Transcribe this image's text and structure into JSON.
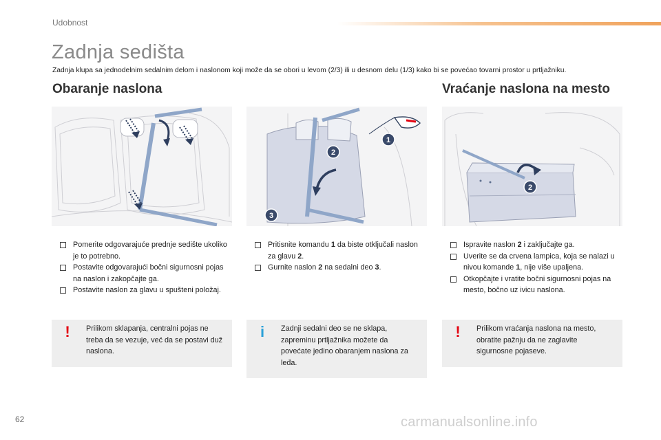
{
  "header": {
    "section": "Udobnost",
    "title": "Zadnja sedišta",
    "intro": "Zadnja klupa sa jednodelnim sedalnim delom i naslonom koji može da se obori u levom (2/3) ili u desnom delu (1/3) kako bi se povećao tovarni prostor u prtljažniku."
  },
  "sections": {
    "fold": {
      "heading": "Obaranje naslona"
    },
    "restore": {
      "heading": "Vraćanje naslona na mesto"
    }
  },
  "callouts": {
    "one": "1",
    "two": "2",
    "three": "3"
  },
  "col1": {
    "steps": [
      "Pomerite odgovarajuće prednje sedište ukoliko je to potrebno.",
      "Postavite odgovarajući bočni sigurnosni pojas na naslon i zakopčajte ga.",
      "Postavite naslon za glavu u spušteni položaj."
    ],
    "note": {
      "icon": "!",
      "text": "Prilikom sklapanja, centralni pojas ne treba da se vezuje, već da se postavi duž naslona."
    }
  },
  "col2": {
    "steps": [
      {
        "a": "Pritisnite komandu ",
        "b1": "1",
        "c": " da biste otključali naslon za glavu ",
        "b2": "2",
        "d": "."
      },
      {
        "a": "Gurnite naslon ",
        "b1": "2",
        "c": " na sedalni deo ",
        "b2": "3",
        "d": "."
      }
    ],
    "note": {
      "icon": "i",
      "text": "Zadnji sedalni deo se ne sklapa, zapreminu prtljažnika možete da povećate jedino obaranjem naslona za leđa."
    }
  },
  "col3": {
    "step1": {
      "a": "Ispravite naslon ",
      "b1": "2",
      "c": " i zaključajte ga."
    },
    "step2": {
      "a": "Uverite se da crvena lampica, koja se nalazi u nivou komande ",
      "b1": "1",
      "c": ", nije više upaljena."
    },
    "step3": "Otkopčajte i vratite bočni sigurnosni pojas na mesto, bočno uz ivicu naslona.",
    "note": {
      "icon": "!",
      "text": "Prilikom vraćanja naslona na mesto, obratite pažnju da ne zaglavite sigurnosne pojaseve."
    }
  },
  "footer": {
    "page_number": "62",
    "watermark": "carmanualsonline.info"
  },
  "colors": {
    "accent_orange": "#f0a35c",
    "belt_blue": "#8fa6c8",
    "arrow_blue": "#5e6f8f",
    "warning_red": "#e30613",
    "info_blue": "#2aa0d8",
    "note_bg": "#eeeeee"
  },
  "icons": [
    "warning-icon",
    "info-icon",
    "checkbox-bullet-icon",
    "curved-arrow-icon",
    "callout-badge-icon"
  ]
}
